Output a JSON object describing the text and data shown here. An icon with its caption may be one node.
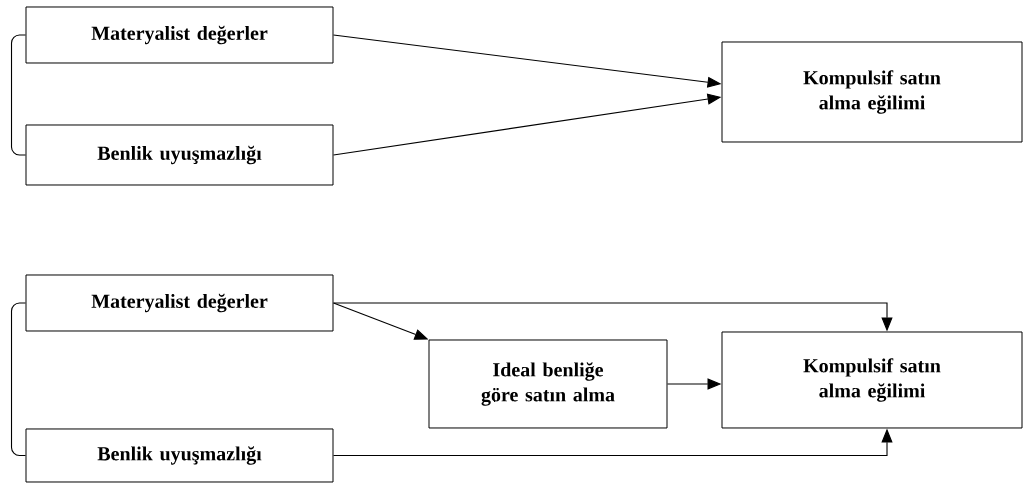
{
  "diagram": {
    "nodes": [
      {
        "text": [
          "Materyalist değerler"
        ]
      },
      {
        "text": [
          "Benlik uyuşmazlığı"
        ]
      },
      {
        "text": [
          "Kompulsif satın alma eğilimi"
        ]
      },
      {
        "text": [
          "Materyalist değerler"
        ]
      },
      {
        "text": [
          "Ideal benliğe göre satın alma"
        ]
      },
      {
        "text": [
          "Kompulsif satın alma eğilimi"
        ]
      },
      {
        "text": [
          "Benlik uyuşmazlığı"
        ]
      }
    ],
    "edges": [
      {
        "from": 0,
        "to": 1,
        "arrow": "none"
      },
      {
        "from": 0,
        "to": 2,
        "arrow": "to"
      },
      {
        "from": 1,
        "to": 2,
        "arrow": "to"
      },
      {
        "from": 3,
        "to": 6,
        "arrow": "none"
      },
      {
        "from": 3,
        "to": 5,
        "arrow": "to"
      },
      {
        "from": 3,
        "to": 4,
        "arrow": "to"
      },
      {
        "from": 4,
        "to": 5,
        "arrow": "to"
      },
      {
        "from": 6,
        "to": 5,
        "arrow": "to"
      }
    ]
  }
}
